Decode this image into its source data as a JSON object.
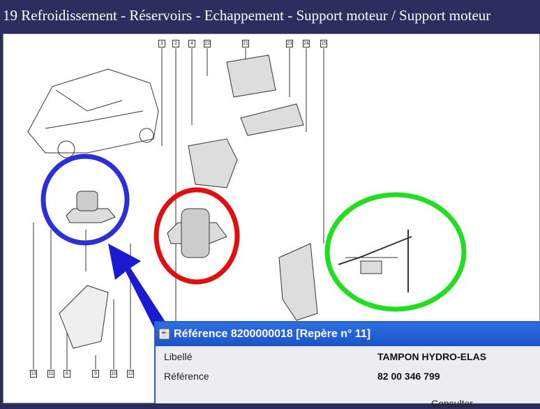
{
  "window": {
    "title": "19 Refroidissement - Réservoirs - Echappement - Support moteur / Support moteur"
  },
  "diagram": {
    "top_labels": [
      "3",
      "2",
      "4",
      "22",
      "21",
      "23",
      "24",
      "15"
    ],
    "bottom_labels": [
      "13",
      "11",
      "8",
      "9",
      "10",
      "12"
    ],
    "highlight_colors": {
      "blue": "#2b2fd8",
      "red": "#e01010",
      "green": "#22dd22"
    }
  },
  "dialog": {
    "title": "Référence 8200000018 [Repère n° 11]",
    "fields": [
      {
        "label": "Libellé",
        "value": "TAMPON HYDRO-ELAS"
      },
      {
        "label": "Référence",
        "value": "82 00 346 799"
      }
    ],
    "consult_button": "Consulter"
  }
}
